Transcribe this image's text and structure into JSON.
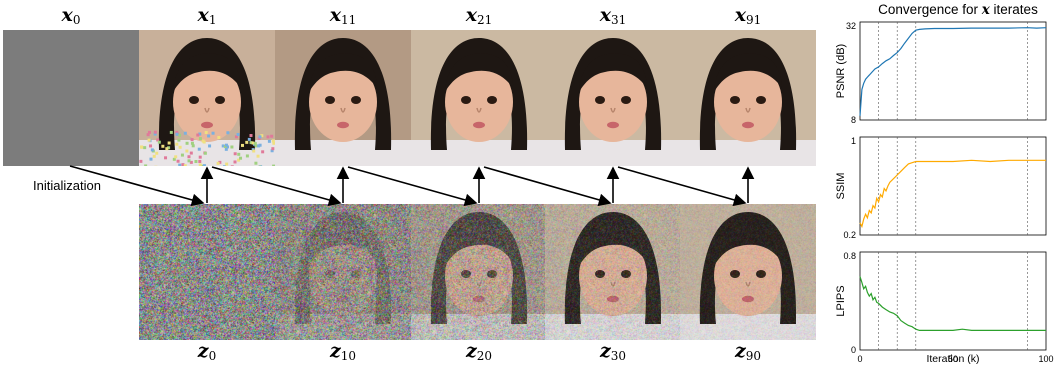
{
  "figure": {
    "top_labels": [
      {
        "base": "x",
        "sub": "0"
      },
      {
        "base": "x",
        "sub": "1"
      },
      {
        "base": "x",
        "sub": "11"
      },
      {
        "base": "x",
        "sub": "21"
      },
      {
        "base": "x",
        "sub": "31"
      },
      {
        "base": "x",
        "sub": "91"
      }
    ],
    "bottom_labels": [
      {
        "base": "z",
        "sub": "0"
      },
      {
        "base": "z",
        "sub": "10"
      },
      {
        "base": "z",
        "sub": "20"
      },
      {
        "base": "z",
        "sub": "30"
      },
      {
        "base": "z",
        "sub": "90"
      }
    ],
    "init_label": "Initialization",
    "noise_levels": [
      1.0,
      0.85,
      0.6,
      0.35,
      0.2
    ],
    "colors": {
      "psnr": "#1f77b4",
      "ssim": "#ffaa00",
      "lpips": "#2ca02c",
      "gray": "#7c7c7c"
    }
  },
  "chart_title": {
    "prefix": "Convergence for ",
    "symbol": "x",
    "suffix": " iterates"
  },
  "chart_data": [
    {
      "type": "line",
      "ylabel": "PSNR (dB)",
      "ylim": [
        8,
        32
      ],
      "yticks": [
        "8",
        "32"
      ],
      "xlim": [
        0,
        100
      ],
      "vlines": [
        10,
        20,
        30,
        90
      ],
      "series": [
        {
          "x": [
            0,
            1,
            2,
            3,
            4,
            5,
            6,
            8,
            10,
            12,
            14,
            16,
            18,
            20,
            22,
            24,
            26,
            28,
            30,
            32,
            35,
            40,
            50,
            60,
            70,
            80,
            90,
            95,
            100
          ],
          "values": [
            9,
            15.5,
            17,
            18,
            18.5,
            19,
            19.5,
            20.5,
            21,
            21.8,
            22.5,
            23,
            23.8,
            24.5,
            25.5,
            26.8,
            28,
            29.2,
            30,
            30.2,
            30.3,
            30.4,
            30.4,
            30.5,
            30.5,
            30.5,
            30.6,
            30.5,
            30.6
          ]
        }
      ]
    },
    {
      "type": "line",
      "ylabel": "SSIM",
      "ylim": [
        0.2,
        1
      ],
      "yticks": [
        "0.2",
        "1"
      ],
      "xlim": [
        0,
        100
      ],
      "vlines": [
        10,
        20,
        30,
        90
      ],
      "series": [
        {
          "x": [
            0,
            1,
            2,
            3,
            4,
            5,
            6,
            7,
            8,
            9,
            10,
            11,
            12,
            13,
            14,
            15,
            16,
            18,
            20,
            22,
            24,
            26,
            28,
            30,
            35,
            40,
            50,
            60,
            70,
            80,
            90,
            95,
            100
          ],
          "values": [
            0.3,
            0.27,
            0.33,
            0.37,
            0.34,
            0.4,
            0.38,
            0.44,
            0.42,
            0.5,
            0.47,
            0.53,
            0.51,
            0.58,
            0.56,
            0.6,
            0.63,
            0.66,
            0.69,
            0.72,
            0.75,
            0.78,
            0.79,
            0.8,
            0.8,
            0.8,
            0.8,
            0.81,
            0.8,
            0.81,
            0.81,
            0.81,
            0.81
          ]
        }
      ]
    },
    {
      "type": "line",
      "ylabel": "LPIPS",
      "ylim": [
        0,
        0.8
      ],
      "yticks": [
        "0",
        "0.8"
      ],
      "xlabel": "Iteration (k)",
      "xlim": [
        0,
        100
      ],
      "xticks": [
        "0",
        "50",
        "100"
      ],
      "vlines": [
        10,
        20,
        30,
        90
      ],
      "series": [
        {
          "x": [
            0,
            1,
            2,
            3,
            4,
            5,
            6,
            7,
            8,
            9,
            10,
            12,
            14,
            16,
            18,
            20,
            22,
            24,
            26,
            28,
            30,
            32,
            35,
            40,
            50,
            55,
            60,
            70,
            80,
            90,
            100
          ],
          "values": [
            0.6,
            0.55,
            0.5,
            0.52,
            0.47,
            0.44,
            0.46,
            0.41,
            0.43,
            0.39,
            0.38,
            0.35,
            0.33,
            0.31,
            0.3,
            0.28,
            0.24,
            0.22,
            0.2,
            0.19,
            0.17,
            0.16,
            0.16,
            0.16,
            0.16,
            0.17,
            0.16,
            0.16,
            0.16,
            0.16,
            0.16
          ]
        }
      ]
    }
  ]
}
